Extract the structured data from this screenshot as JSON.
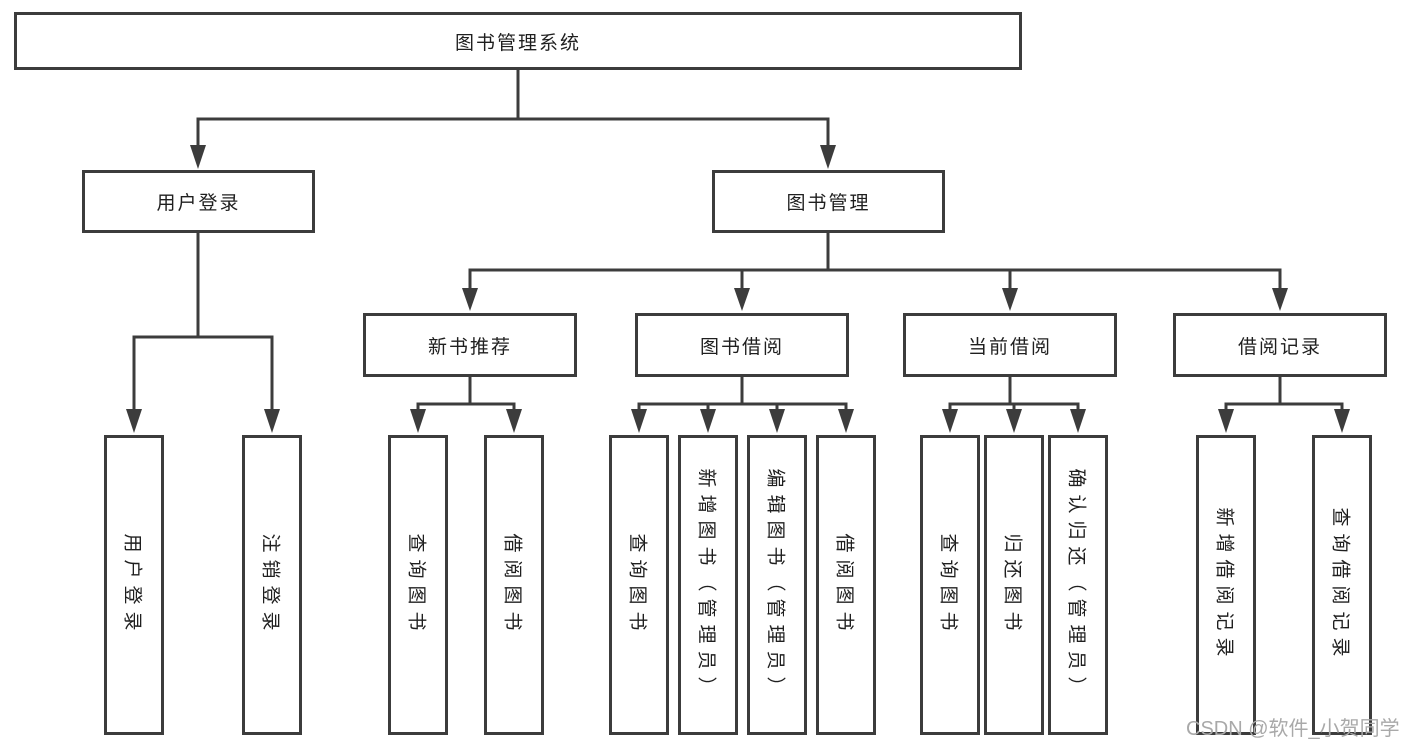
{
  "diagram": {
    "root": "图书管理系统",
    "branches": [
      {
        "label": "用户登录",
        "children": [
          "用户登录",
          "注销登录"
        ]
      },
      {
        "label": "图书管理",
        "sections": [
          {
            "label": "新书推荐",
            "children": [
              "查询图书",
              "借阅图书"
            ]
          },
          {
            "label": "图书借阅",
            "children": [
              "查询图书",
              "新增图书（管理员）",
              "编辑图书（管理员）",
              "借阅图书"
            ]
          },
          {
            "label": "当前借阅",
            "children": [
              "查询图书",
              "归还图书",
              "确认归还（管理员）"
            ]
          },
          {
            "label": "借阅记录",
            "children": [
              "新增借阅记录",
              "查询借阅记录"
            ]
          }
        ]
      }
    ]
  },
  "watermark": {
    "text": "CSDN @软件_小贺同学"
  },
  "colors": {
    "line": "#3c3c3c",
    "text": "#1f1f1f",
    "watermark": "#a9a9a9",
    "background": "#ffffff"
  }
}
